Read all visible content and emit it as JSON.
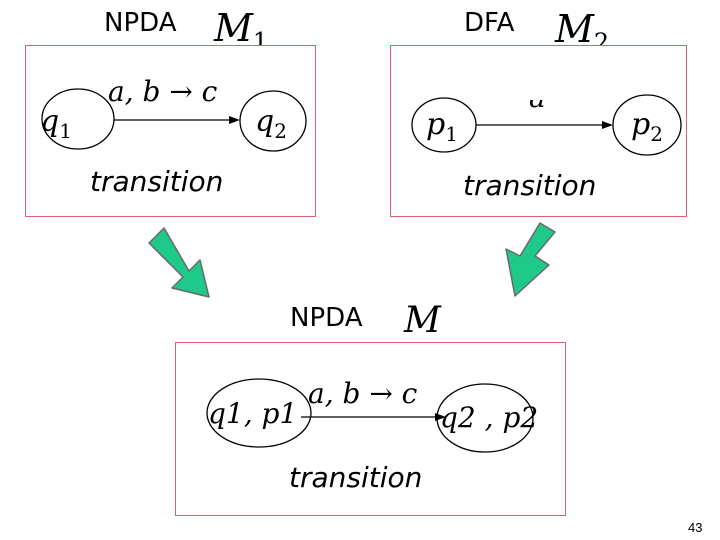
{
  "top_left": {
    "type_label": "NPDA",
    "machine": "M",
    "machine_sub": "1",
    "state_from": "q",
    "state_from_sub": "1",
    "state_to": "q",
    "state_to_sub": "2",
    "transition_text": "a, b → c",
    "caption": "transition"
  },
  "top_right": {
    "type_label": "DFA",
    "machine": "M",
    "machine_sub": "2",
    "state_from": "p",
    "state_from_sub": "1",
    "state_to": "p",
    "state_to_sub": "2",
    "transition_text": "a",
    "caption": "transition"
  },
  "bottom": {
    "type_label": "NPDA",
    "machine": "M",
    "state_from": "q1, p1",
    "state_to": "q2 , p2",
    "transition_text": "a, b → c",
    "caption": "transition"
  },
  "colors": {
    "panel_border": "#e06070",
    "arrow_fill": "#1ec98a",
    "arrow_stroke": "#6a6a6a"
  },
  "slide_number": "43"
}
